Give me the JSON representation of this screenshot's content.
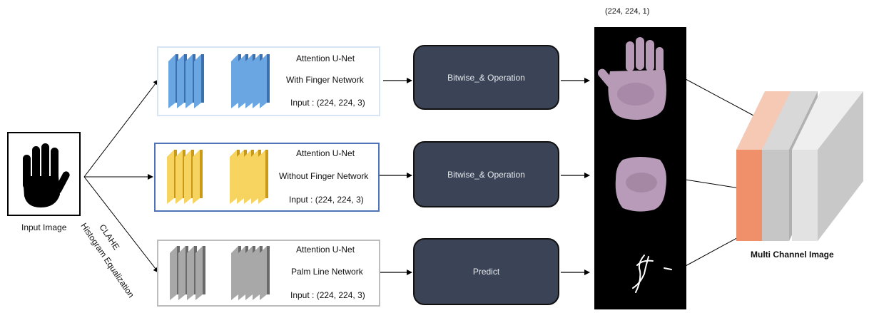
{
  "input": {
    "label": "Input Image"
  },
  "preprocess": {
    "line1": "Histogram Equalization",
    "line2": "CLAHE"
  },
  "networks": [
    {
      "title": "Attention U-Net",
      "name": "With Finger Network",
      "input": "Input : (224, 224, 3)",
      "color": "#4a8fd6"
    },
    {
      "title": "Attention U-Net",
      "name": "Without Finger Network",
      "input": "Input : (224, 224, 3)",
      "color": "#f0c236"
    },
    {
      "title": "Attention U-Net",
      "name": "Palm Line Network",
      "input": "Input : (224, 224, 3)",
      "color": "#8f8f8f"
    }
  ],
  "operations": [
    {
      "label": "Bitwise_& Operation"
    },
    {
      "label": "Bitwise_& Operation"
    },
    {
      "label": "Predict"
    }
  ],
  "output_shape": "(224, 224, 1)",
  "output": {
    "label": "Multi Channel Image"
  }
}
